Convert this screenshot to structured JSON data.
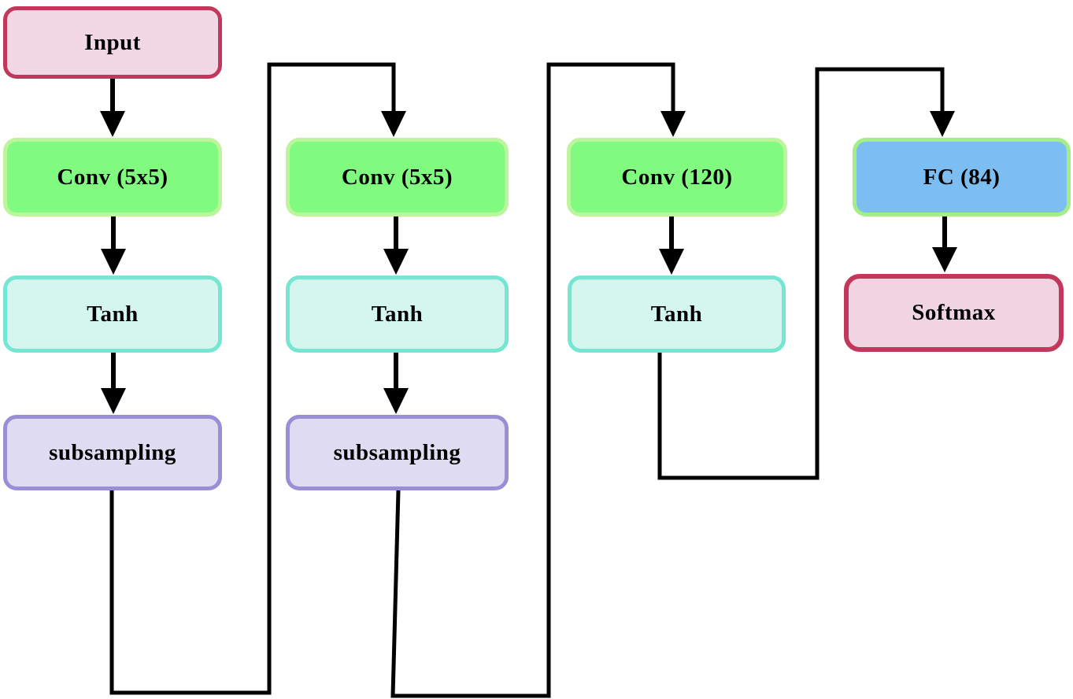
{
  "diagram": {
    "type": "flowchart",
    "description": "LeNet-style convolutional neural network architecture",
    "nodes": {
      "input": "Input",
      "conv1": "Conv (5x5)",
      "tanh1": "Tanh",
      "sub1": "subsampling",
      "conv2": "Conv (5x5)",
      "tanh2": "Tanh",
      "sub2": "subsampling",
      "conv3": "Conv (120)",
      "tanh3": "Tanh",
      "fc": "FC (84)",
      "softmax": "Softmax"
    },
    "edges": [
      {
        "from": "input",
        "to": "conv1"
      },
      {
        "from": "conv1",
        "to": "tanh1"
      },
      {
        "from": "tanh1",
        "to": "sub1"
      },
      {
        "from": "sub1",
        "to": "conv2"
      },
      {
        "from": "conv2",
        "to": "tanh2"
      },
      {
        "from": "tanh2",
        "to": "sub2"
      },
      {
        "from": "sub2",
        "to": "conv3"
      },
      {
        "from": "conv3",
        "to": "tanh3"
      },
      {
        "from": "tanh3",
        "to": "fc"
      },
      {
        "from": "fc",
        "to": "softmax"
      }
    ],
    "colors": {
      "input": {
        "fill": "#f2d8e4",
        "border": "#c2385c"
      },
      "conv": {
        "fill": "#80fb80",
        "border": "#bdf59c"
      },
      "tanh": {
        "fill": "#d4f6ee",
        "border": "#74e6d2"
      },
      "subsampling": {
        "fill": "#dfdcf2",
        "border": "#9a8fd6"
      },
      "fc": {
        "fill": "#7cbef2",
        "border": "#a4ee87"
      },
      "softmax": {
        "fill": "#f0d4e2",
        "border": "#c2385c"
      },
      "line": "#000000"
    }
  }
}
